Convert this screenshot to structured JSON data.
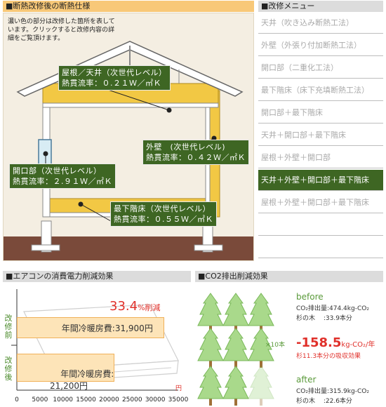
{
  "house": {
    "header": "■断熱改修後の断熱仕様",
    "note": "濃い色の部分は改修した箇所を表しています。クリックすると改修内容の詳細をご覧頂けます。",
    "callouts": {
      "roof": {
        "name": "屋根／天井（次世代レベル）",
        "value": "熱貫流率：０.２１Ｗ／㎡Ｋ"
      },
      "wall": {
        "name": "外壁　(次世代レベル)",
        "value": "熱貫流率：０.４２Ｗ／㎡Ｋ"
      },
      "opening": {
        "name": "開口部（次世代レベル）",
        "value": "熱貫流率：２.９１Ｗ／㎡Ｋ"
      },
      "floor": {
        "name": "最下階床（次世代レベル）",
        "value": "熱貫流率：０.５５Ｗ／㎡Ｋ"
      }
    }
  },
  "menu": {
    "header": "■改修メニュー",
    "items": [
      {
        "label": "天井（吹き込み断熱工法）",
        "active": false
      },
      {
        "label": "外壁（外張り付加断熱工法）",
        "active": false
      },
      {
        "label": "開口部（二重化工法）",
        "active": false
      },
      {
        "label": "最下階床（床下充填断熱工法）",
        "active": false
      },
      {
        "label": "開口部＋最下階床",
        "active": false
      },
      {
        "label": "天井＋開口部＋最下階床",
        "active": false
      },
      {
        "label": "屋根＋外壁＋開口部",
        "active": false
      },
      {
        "label": "天井＋外壁＋開口部＋最下階床",
        "active": true
      },
      {
        "label": "屋根＋外壁＋開口部＋最下階床",
        "active": false
      },
      {
        "label": "",
        "active": false
      },
      {
        "label": "",
        "active": false
      }
    ]
  },
  "aircon": {
    "header": "■エアコンの消費電力削減効果",
    "reduction_value": "33.4",
    "reduction_unit": "%削減",
    "before_label": "改修前",
    "after_label": "改修後",
    "unit": "円",
    "chart_data": {
      "type": "bar",
      "orientation": "horizontal",
      "categories": [
        "改修前",
        "改修後"
      ],
      "values": [
        31900,
        21200
      ],
      "bar_labels": [
        "年間冷暖房費:31,900円",
        "年間冷暖房費:\n21,200円"
      ],
      "xlim": [
        0,
        35000
      ],
      "xticks": [
        "0",
        "5000",
        "10000",
        "15000",
        "20000",
        "25000",
        "30000",
        "35000"
      ],
      "xunit": "円"
    }
  },
  "co2": {
    "header": "■CO2排出削減効果",
    "before_title": "before",
    "before_emission": "CO₂排出量:474.4kg-CO₂",
    "before_trees": "杉の木　 :33.9本分",
    "reduction_value": "-158.5",
    "reduction_unit": "kg-CO₂/年",
    "reduction_note": "杉11.3本分の吸収効果",
    "multiplier": "×10本",
    "after_title": "after",
    "after_emission": "CO₂排出量:315.9kg-CO₂",
    "after_trees": "杉の木　 :22.6本分",
    "colors": {
      "tree": "#a9d98b",
      "tree_stroke": "#7ab85a",
      "trunk": "#a07038",
      "red": "#e0302a"
    }
  }
}
